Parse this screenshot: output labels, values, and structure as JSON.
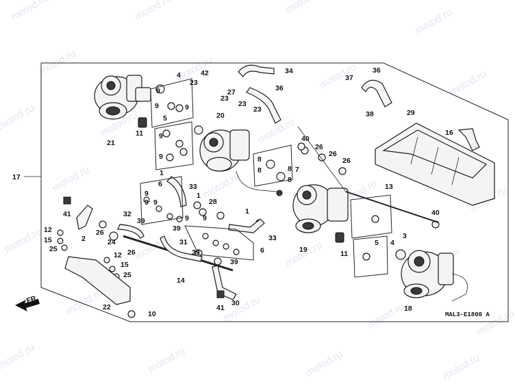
{
  "watermark": "motod.ru",
  "diagram_code": "MAL3-E1800 A",
  "direction_label": "FR.",
  "labels": [
    {
      "id": "l4a",
      "text": "4"
    },
    {
      "id": "l9a",
      "text": "9"
    },
    {
      "id": "l9b",
      "text": "9"
    },
    {
      "id": "l9c",
      "text": "9"
    },
    {
      "id": "l5a",
      "text": "5"
    },
    {
      "id": "l42",
      "text": "42"
    },
    {
      "id": "l23a",
      "text": "23"
    },
    {
      "id": "l23b",
      "text": "23"
    },
    {
      "id": "l23c",
      "text": "23"
    },
    {
      "id": "l23d",
      "text": "23"
    },
    {
      "id": "l27",
      "text": "27"
    },
    {
      "id": "l34",
      "text": "34"
    },
    {
      "id": "l36a",
      "text": "36"
    },
    {
      "id": "l37",
      "text": "37"
    },
    {
      "id": "l36b",
      "text": "36"
    },
    {
      "id": "l38",
      "text": "38"
    },
    {
      "id": "l21",
      "text": "21"
    },
    {
      "id": "l11a",
      "text": "11"
    },
    {
      "id": "l20",
      "text": "20"
    },
    {
      "id": "l29",
      "text": "29"
    },
    {
      "id": "l16",
      "text": "16"
    },
    {
      "id": "l17",
      "text": "17"
    },
    {
      "id": "l40a",
      "text": "40"
    },
    {
      "id": "l26a",
      "text": "26"
    },
    {
      "id": "l26b",
      "text": "26"
    },
    {
      "id": "l26c",
      "text": "26"
    },
    {
      "id": "l8a",
      "text": "8"
    },
    {
      "id": "l8b",
      "text": "8"
    },
    {
      "id": "l8c",
      "text": "8"
    },
    {
      "id": "l8d",
      "text": "8"
    },
    {
      "id": "l9d",
      "text": "9"
    },
    {
      "id": "l9e",
      "text": "9"
    },
    {
      "id": "l7",
      "text": "7"
    },
    {
      "id": "l1a",
      "text": "1"
    },
    {
      "id": "l6a",
      "text": "6"
    },
    {
      "id": "l33a",
      "text": "33"
    },
    {
      "id": "l13",
      "text": "13"
    },
    {
      "id": "l41a",
      "text": "41"
    },
    {
      "id": "l2",
      "text": "2"
    },
    {
      "id": "l9f",
      "text": "9"
    },
    {
      "id": "l9g",
      "text": "9"
    },
    {
      "id": "l9h",
      "text": "9"
    },
    {
      "id": "l1b",
      "text": "1"
    },
    {
      "id": "l28",
      "text": "28"
    },
    {
      "id": "l40b",
      "text": "40"
    },
    {
      "id": "l12a",
      "text": "12"
    },
    {
      "id": "l15a",
      "text": "15"
    },
    {
      "id": "l25a",
      "text": "25"
    },
    {
      "id": "l26d",
      "text": "26"
    },
    {
      "id": "l24",
      "text": "24"
    },
    {
      "id": "l32",
      "text": "32"
    },
    {
      "id": "l39a",
      "text": "39"
    },
    {
      "id": "l39b",
      "text": "39"
    },
    {
      "id": "l1c",
      "text": "1"
    },
    {
      "id": "l19",
      "text": "19"
    },
    {
      "id": "l11b",
      "text": "11"
    },
    {
      "id": "l5b",
      "text": "5"
    },
    {
      "id": "l4b",
      "text": "4"
    },
    {
      "id": "l3",
      "text": "3"
    },
    {
      "id": "l33b",
      "text": "33"
    },
    {
      "id": "l31",
      "text": "31"
    },
    {
      "id": "l39c",
      "text": "39"
    },
    {
      "id": "l6b",
      "text": "6"
    },
    {
      "id": "l12b",
      "text": "12"
    },
    {
      "id": "l15b",
      "text": "15"
    },
    {
      "id": "l25b",
      "text": "25"
    },
    {
      "id": "l26e",
      "text": "26"
    },
    {
      "id": "l39d",
      "text": "39"
    },
    {
      "id": "l14",
      "text": "14"
    },
    {
      "id": "l22",
      "text": "22"
    },
    {
      "id": "l30",
      "text": "30"
    },
    {
      "id": "l41b",
      "text": "41"
    },
    {
      "id": "l18",
      "text": "18"
    },
    {
      "id": "l10",
      "text": "10"
    },
    {
      "id": "l9i",
      "text": "9"
    },
    {
      "id": "l9j",
      "text": "9"
    }
  ]
}
